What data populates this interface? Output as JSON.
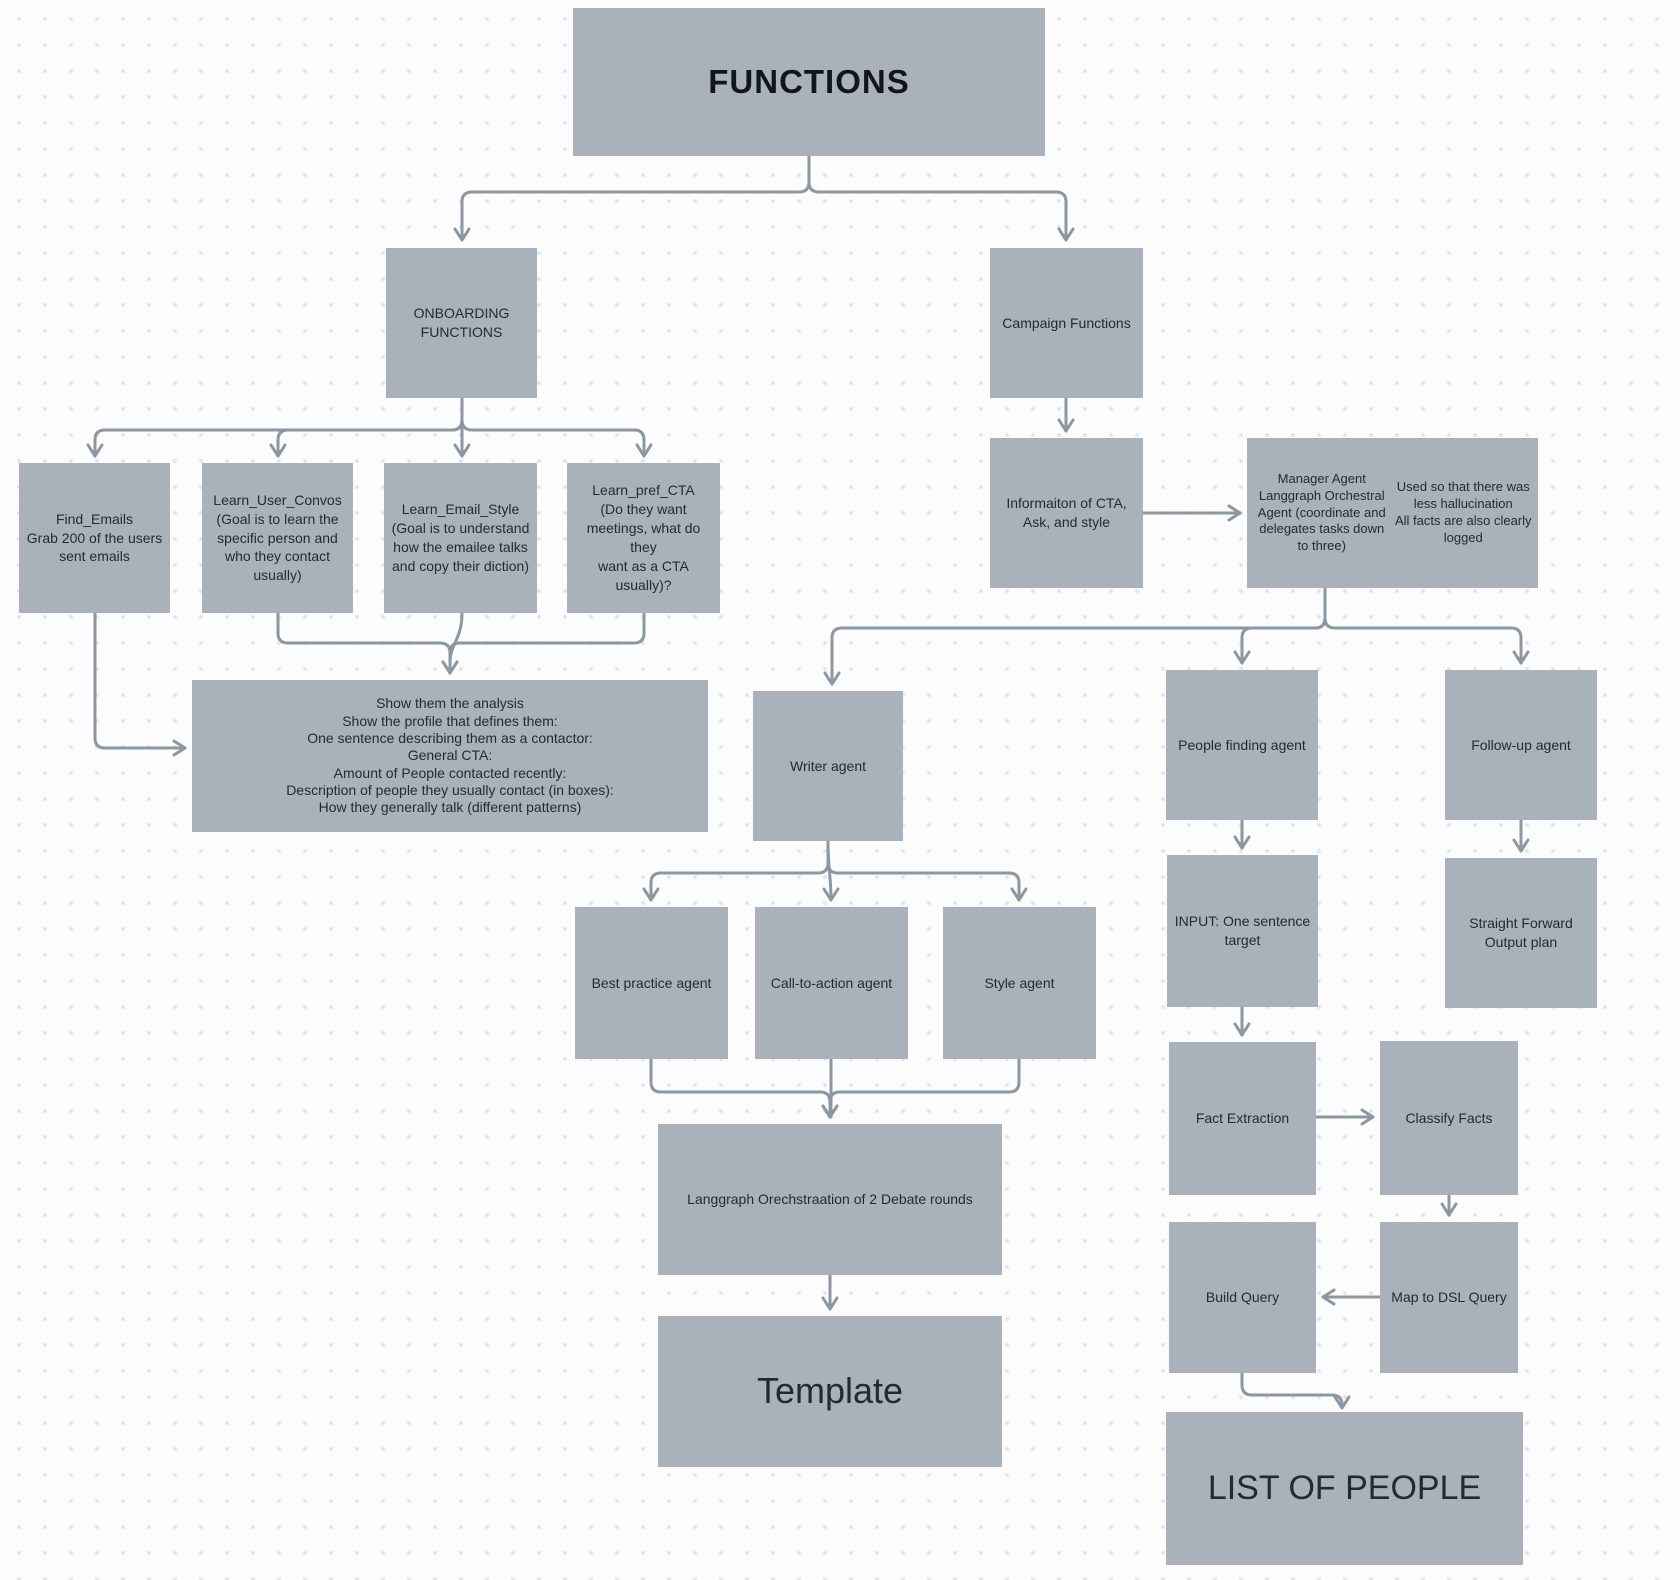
{
  "diagram": {
    "type": "flowchart",
    "tool_style": "dot-grid whiteboard"
  },
  "colors": {
    "background": "#fcfcfd",
    "dot_grid": "#e4e7eb",
    "node_fill": "#a9b2ba",
    "connector": "#8b97a1",
    "text": "#222b34",
    "title_text": "#12161b"
  },
  "nodes": {
    "functions": "FUNCTIONS",
    "onboarding": "ONBOARDING\nFUNCTIONS",
    "campaign": "Campaign Functions",
    "find_emails": "Find_Emails\nGrab 200 of the users\nsent emails",
    "learn_user_convos": "Learn_User_Convos\n(Goal is to learn the\nspecific person and\nwho they contact\nusually)",
    "learn_email_style": "Learn_Email_Style\n(Goal is to understand\nhow the emailee talks\nand copy their diction)",
    "learn_pref_cta": "Learn_pref_CTA\n(Do they want\nmeetings, what do they\nwant as a CTA usually)?",
    "analysis": "Show them the analysis\nShow the profile that defines them:\nOne sentence describing them as a contactor:\nGeneral CTA:\nAmount of People contacted recently:\nDescription of people they usually contact (in boxes):\nHow they generally talk (different patterns)",
    "info_cta": "Informaiton of CTA,\nAsk, and style",
    "manager_main": "Manager Agent\nLanggraph Orchestral\nAgent (coordinate and\ndelegates tasks down\nto three)",
    "manager_note": "Used  so that there was\nless hallucination\nAll facts are also clearly\nlogged",
    "writer_agent": "Writer agent",
    "people_finding_agent": "People finding agent",
    "follow_up_agent": "Follow-up agent",
    "best_practice_agent": "Best practice agent",
    "call_to_action_agent": "Call-to-action agent",
    "style_agent": "Style agent",
    "input_target": "INPUT: One sentence\ntarget",
    "straight_forward": "Straight Forward\nOutput plan",
    "fact_extraction": "Fact Extraction",
    "classify_facts": "Classify Facts",
    "build_query": "Build Query",
    "map_to_dsl": "Map to DSL Query",
    "debate": "Langgraph Orechstraation of 2 Debate rounds",
    "template": "Template",
    "list_of_people": "LIST OF PEOPLE"
  }
}
